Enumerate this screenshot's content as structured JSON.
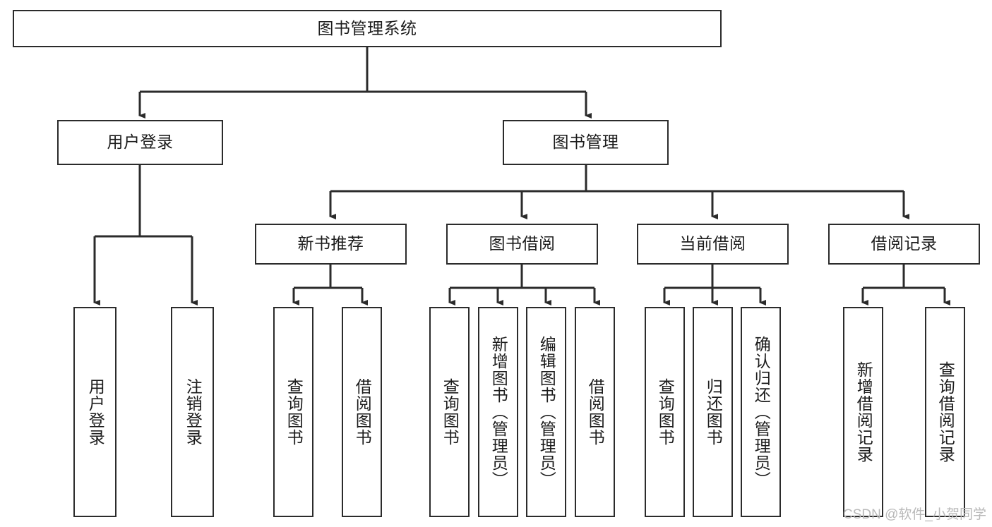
{
  "diagram": {
    "type": "hierarchy-tree",
    "title": "图书管理系统",
    "orientation": "top-down",
    "colors": {
      "box_border": "#2b2b2b",
      "box_fill": "#ffffff",
      "connector": "#2b2b2b",
      "text": "#1c1c1c",
      "watermark": "#b9b9b9",
      "background": "#ffffff"
    },
    "root": {
      "label": "图书管理系统"
    },
    "level2": [
      {
        "label": "用户登录"
      },
      {
        "label": "图书管理"
      }
    ],
    "level3": [
      {
        "label": "新书推荐"
      },
      {
        "label": "图书借阅"
      },
      {
        "label": "当前借阅"
      },
      {
        "label": "借阅记录"
      }
    ],
    "leaves": {
      "user_login": [
        {
          "label": "用户登录"
        },
        {
          "label": "注销登录"
        }
      ],
      "new_book_recommend": [
        {
          "label": "查询图书"
        },
        {
          "label": "借阅图书"
        }
      ],
      "book_borrow": [
        {
          "label": "查询图书"
        },
        {
          "label": "新增图书（管理员）"
        },
        {
          "label": "编辑图书（管理员）"
        },
        {
          "label": "借阅图书"
        }
      ],
      "current_borrow": [
        {
          "label": "查询图书"
        },
        {
          "label": "归还图书"
        },
        {
          "label": "确认归还（管理员）"
        }
      ],
      "borrow_records": [
        {
          "label": "新增借阅记录"
        },
        {
          "label": "查询借阅记录"
        }
      ]
    }
  },
  "watermark": {
    "text": "CSDN @软件_小贺同学"
  }
}
